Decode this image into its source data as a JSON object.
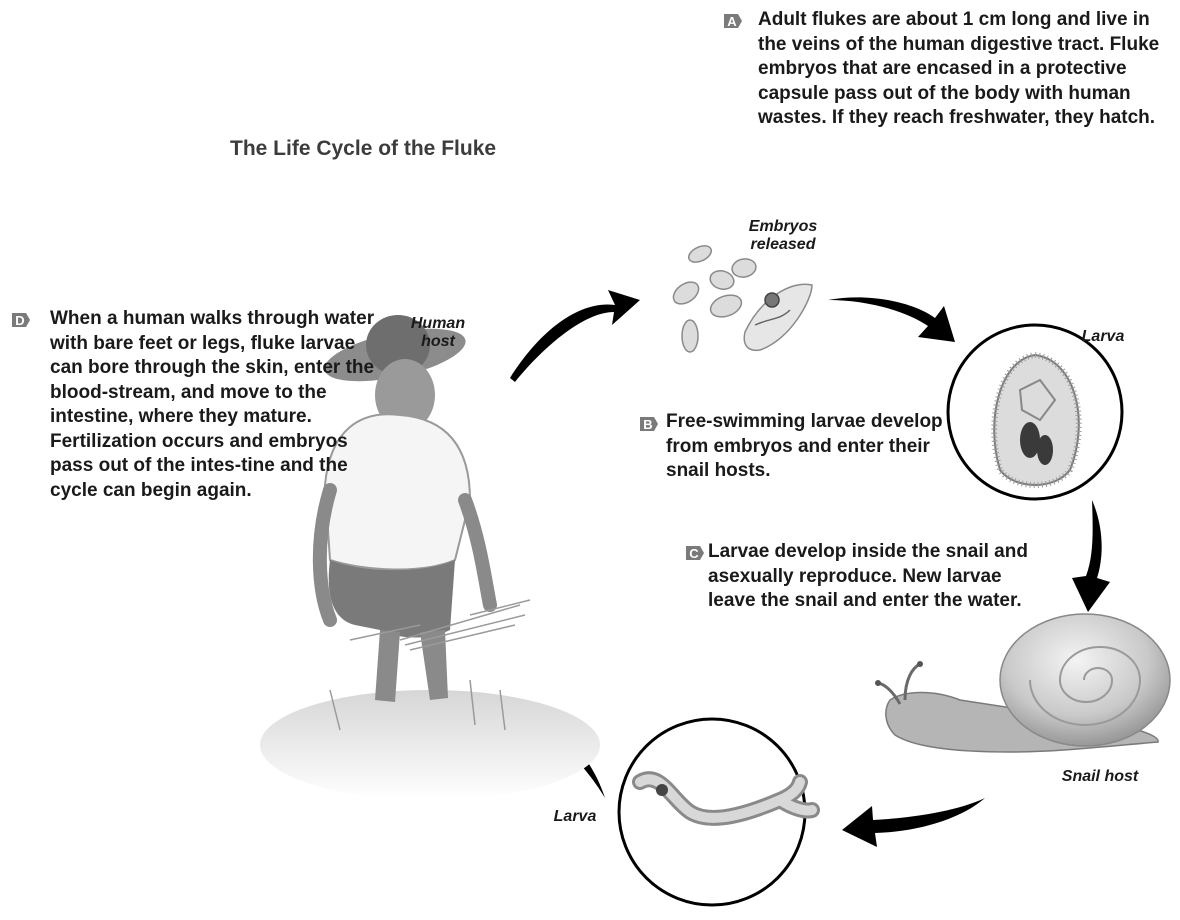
{
  "title": "The Life Cycle of the Fluke",
  "steps": {
    "a": {
      "letter": "A",
      "text": "Adult flukes are about 1 cm long and live in the veins of the human digestive tract. Fluke embryos that are encased in a protective capsule pass out of the body with human wastes. If they reach freshwater, they hatch."
    },
    "b": {
      "letter": "B",
      "text": "Free-swimming larvae develop from embryos and enter their snail hosts."
    },
    "c": {
      "letter": "C",
      "text": "Larvae develop inside the snail and asexually reproduce. New larvae leave the snail and enter the water."
    },
    "d": {
      "letter": "D",
      "text": "When a human walks through water with bare feet or legs, fluke larvae can bore through the skin, enter the blood-stream, and move to the intestine, where they mature. Fertilization occurs and embryos pass out of the intes-tine and the cycle can begin again."
    }
  },
  "labels": {
    "human_host": "Human host",
    "embryos_released": "Embryos released",
    "larva_top": "Larva",
    "snail_host": "Snail host",
    "larva_bottom": "Larva"
  },
  "colors": {
    "marker": "#7a7a7a",
    "arrow": "#000000",
    "text": "#1a1a1a"
  }
}
